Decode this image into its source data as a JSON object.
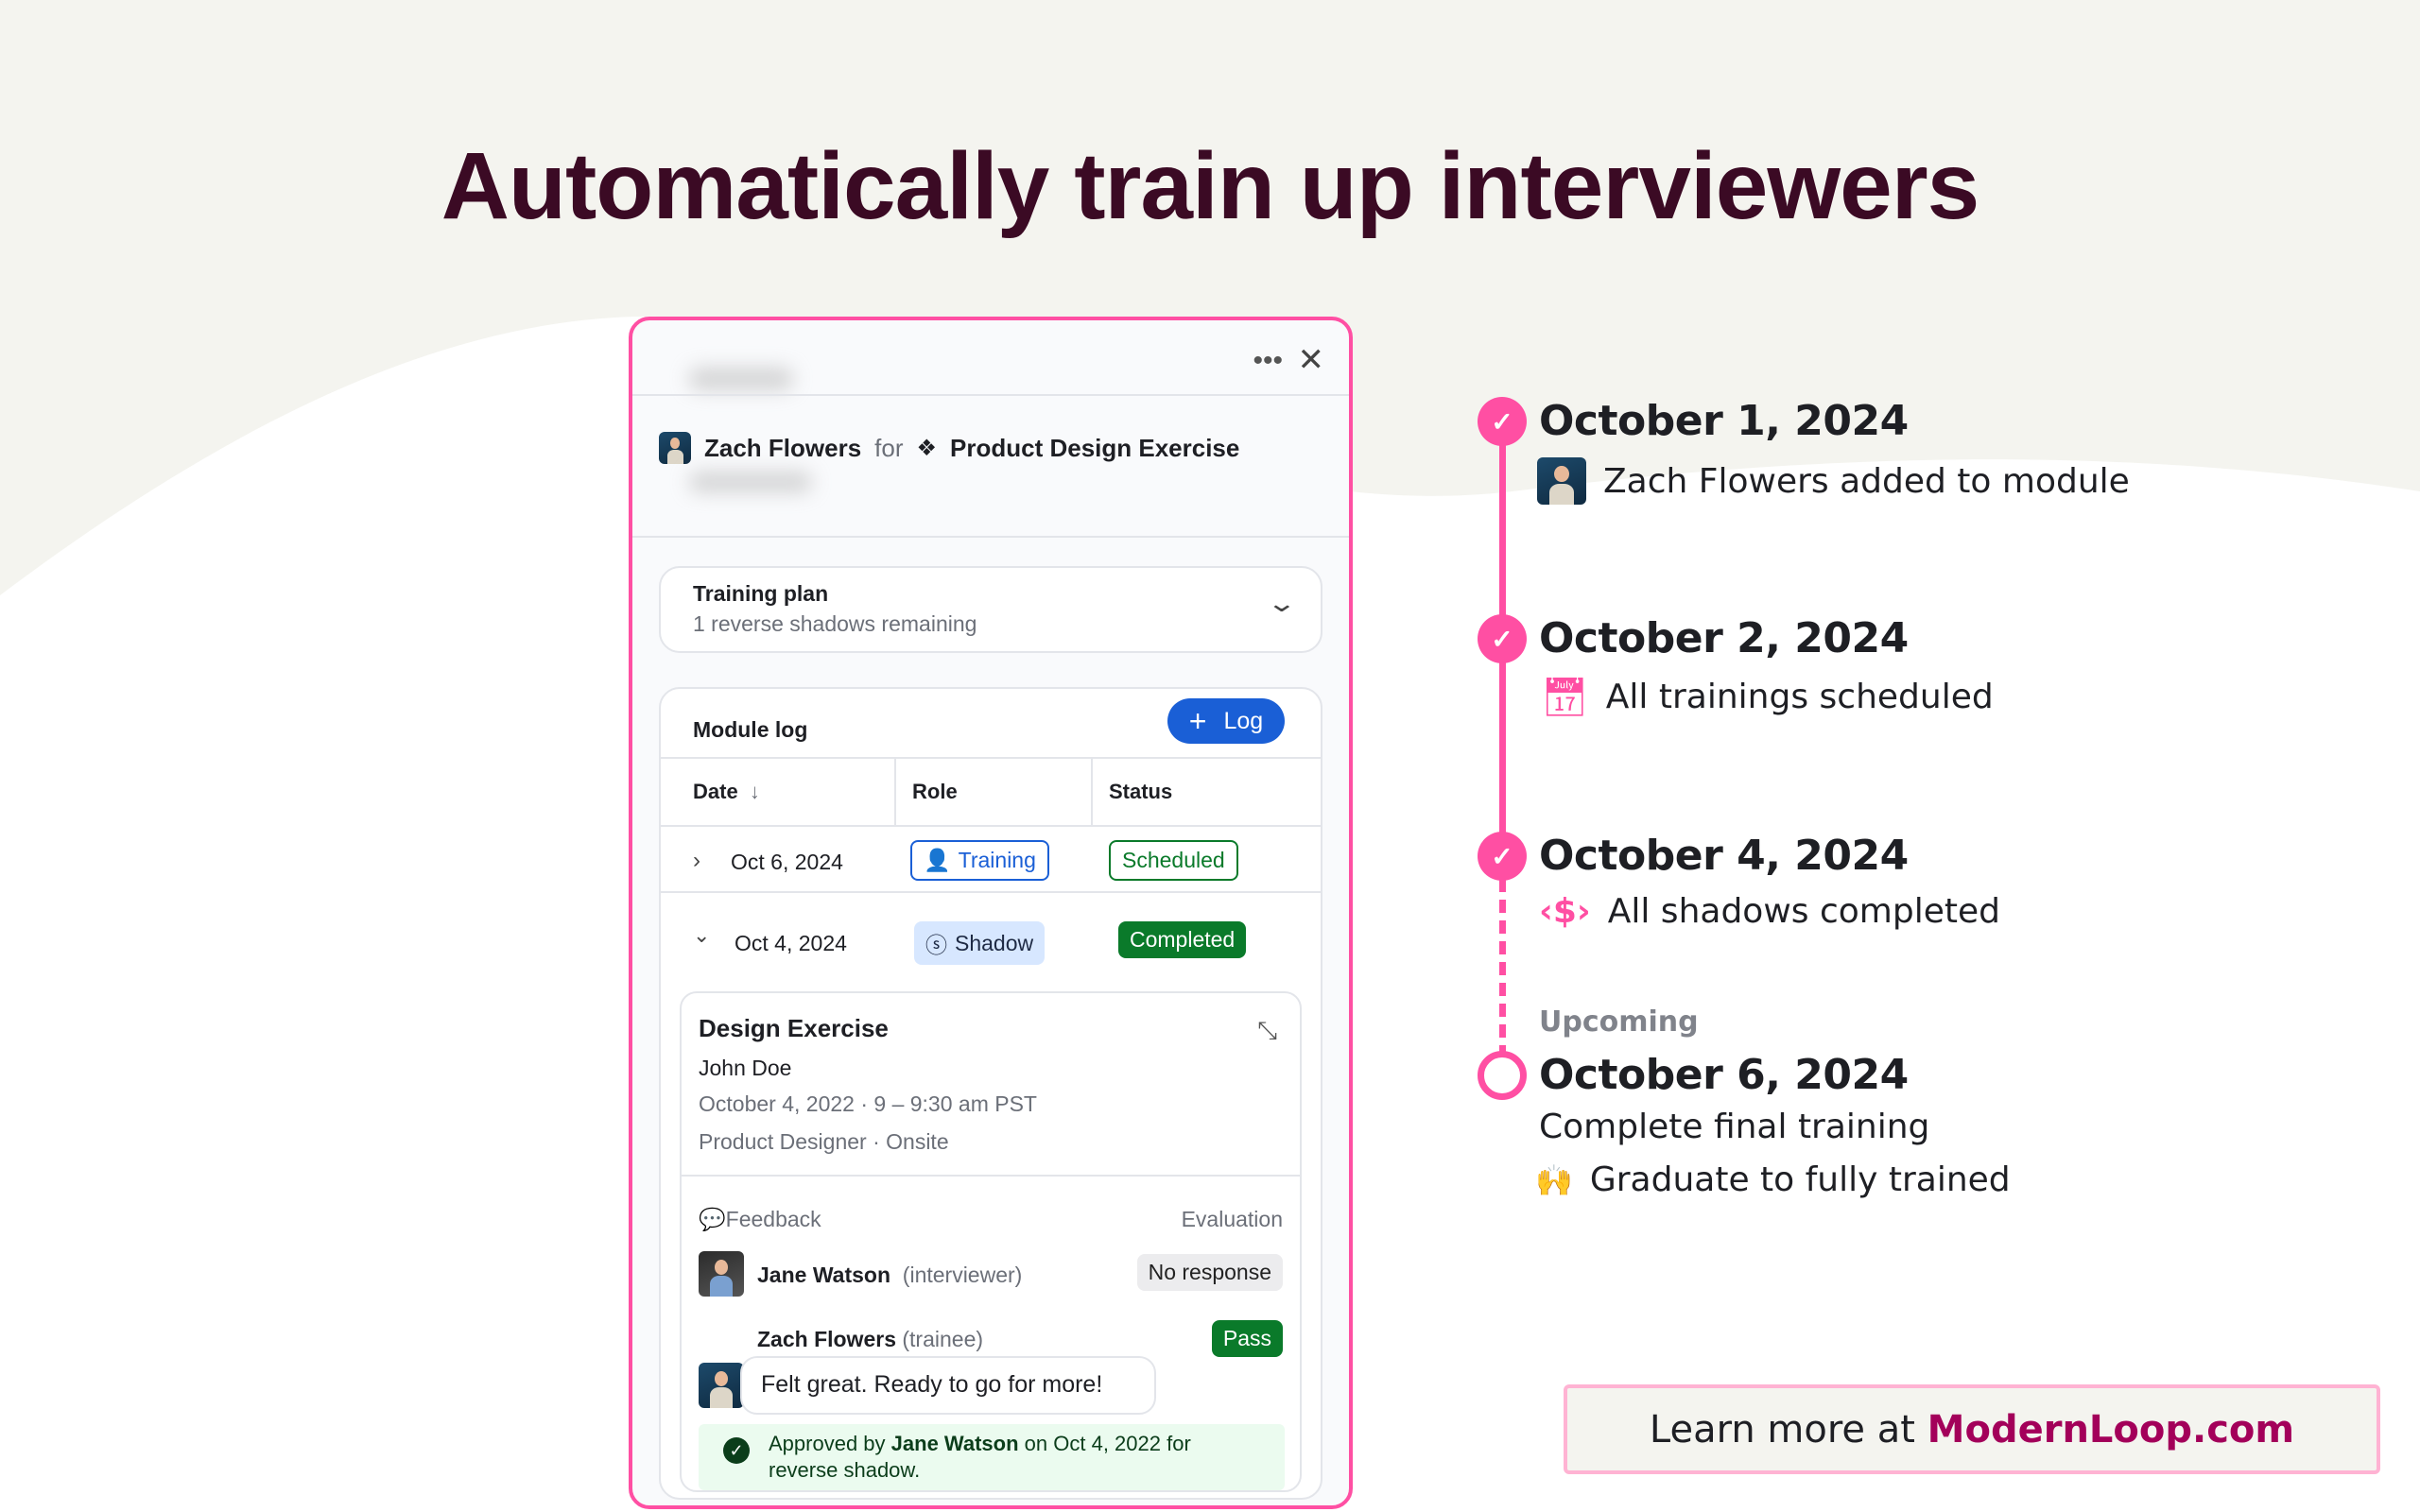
{
  "headline": "Automatically train up interviewers",
  "panel": {
    "trainee": "Zach Flowers",
    "for": "for",
    "module": "Product Design Exercise",
    "training_plan": {
      "title": "Training plan",
      "subtitle": "1 reverse shadows remaining"
    },
    "module_log": {
      "title": "Module log",
      "log_button": "Log",
      "columns": [
        "Date",
        "Role",
        "Status"
      ],
      "rows": [
        {
          "date": "Oct 6, 2024",
          "role": "Training",
          "status": "Scheduled",
          "expanded": false
        },
        {
          "date": "Oct 4, 2024",
          "role": "Shadow",
          "status": "Completed",
          "expanded": true
        }
      ]
    },
    "detail": {
      "title": "Design Exercise",
      "candidate": "John Doe",
      "datetime": "October 4, 2022 · 9 – 9:30 am PST",
      "job": "Product Designer · Onsite",
      "feedback_label": "Feedback",
      "evaluation_label": "Evaluation",
      "feedback": [
        {
          "name": "Jane Watson",
          "role": "(interviewer)",
          "evaluation": "No response"
        },
        {
          "name": "Zach Flowers",
          "role": "(trainee)",
          "evaluation": "Pass",
          "comment": "Felt great. Ready to go for more!"
        }
      ],
      "approval": {
        "prefix": "Approved by",
        "name": "Jane Watson",
        "suffix": "on Oct 4, 2022 for",
        "line2": "reverse shadow."
      }
    }
  },
  "timeline": [
    {
      "date": "October 1, 2024",
      "text": "Zach Flowers added to module",
      "icon": "avatar",
      "done": true
    },
    {
      "date": "October 2, 2024",
      "text": "All trainings scheduled",
      "icon": "calendar-icon",
      "done": true
    },
    {
      "date": "October 4, 2024",
      "text": "All shadows completed",
      "icon": "shadow-icon",
      "done": true
    },
    {
      "label": "Upcoming",
      "date": "October 6, 2024",
      "text": "Complete final training",
      "text2": "Graduate to fully trained",
      "icon": "raised-hands-icon",
      "done": false
    }
  ],
  "cta": {
    "prefix": "Learn more at",
    "link": "ModernLoop.com"
  },
  "colors": {
    "accent": "#ff4fa3",
    "headline": "#3b0a24",
    "primary": "#1a5fd6",
    "success": "#0a7a2a"
  }
}
